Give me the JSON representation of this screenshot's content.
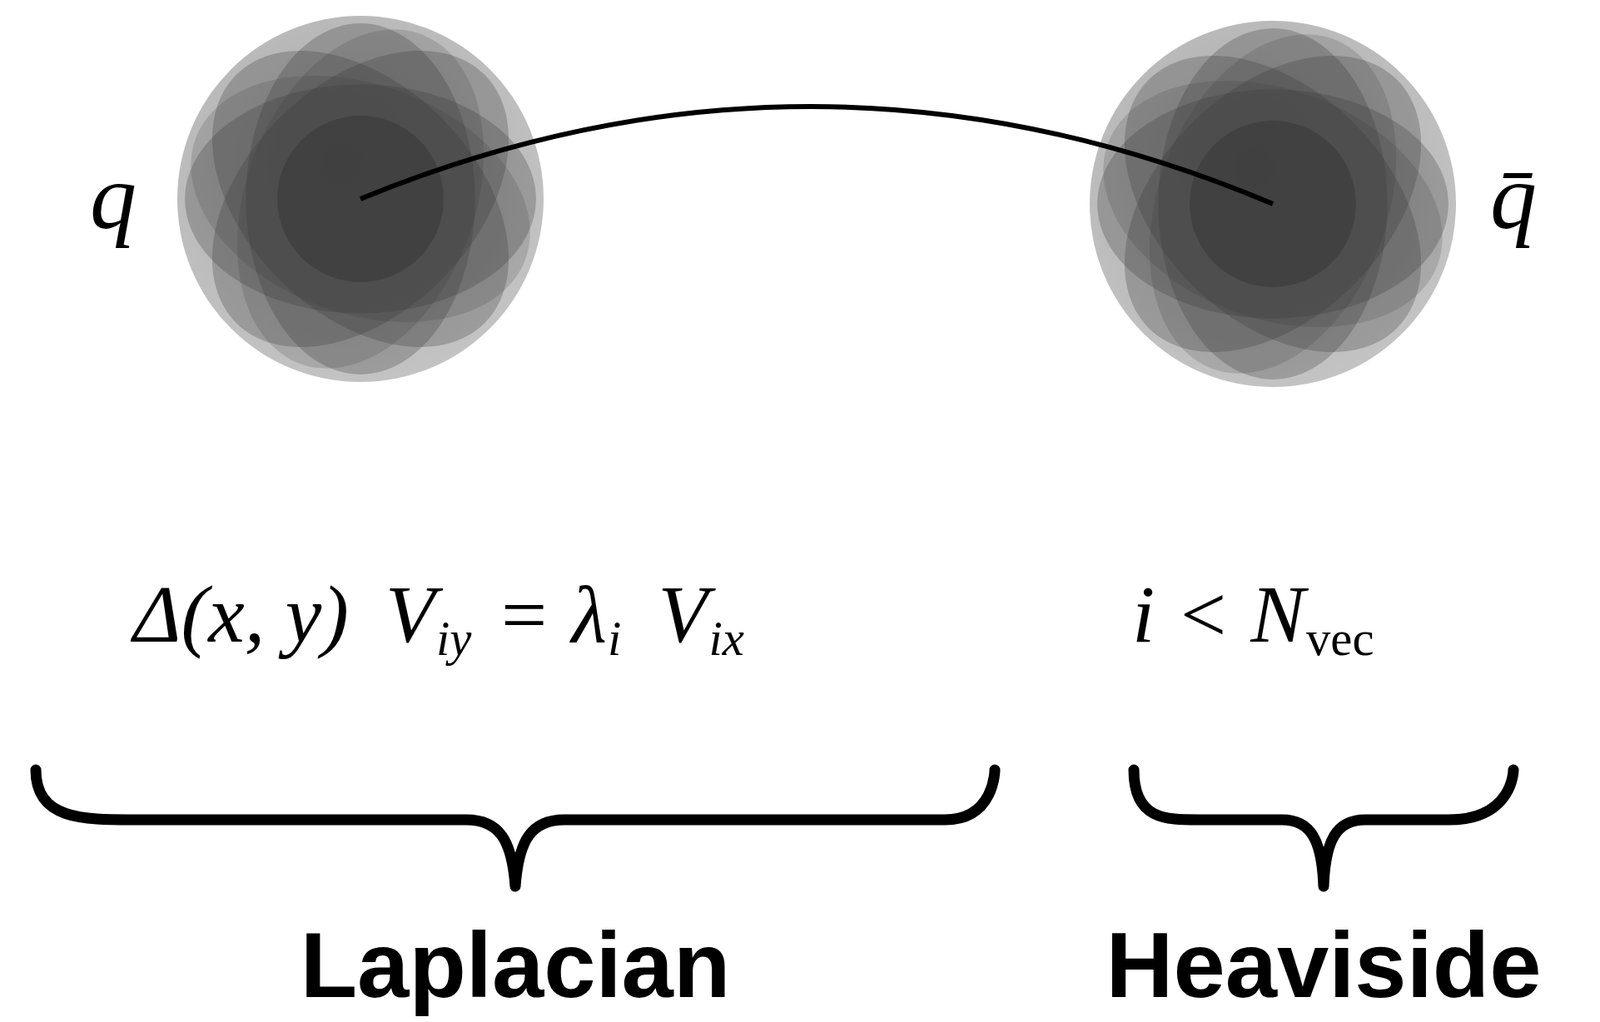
{
  "diagram": {
    "nodes": [
      {
        "text": [
          "q"
        ]
      },
      {
        "text": [
          "q̄"
        ]
      }
    ],
    "edges": [
      {
        "from": 0,
        "to": 1,
        "arrow": "none"
      }
    ],
    "labels": [
      "Δ(x, y)",
      "V",
      "iy",
      "= λ",
      "i",
      "V",
      "ix",
      "i < N",
      "vec",
      "Laplacian",
      "Heaviside"
    ]
  }
}
